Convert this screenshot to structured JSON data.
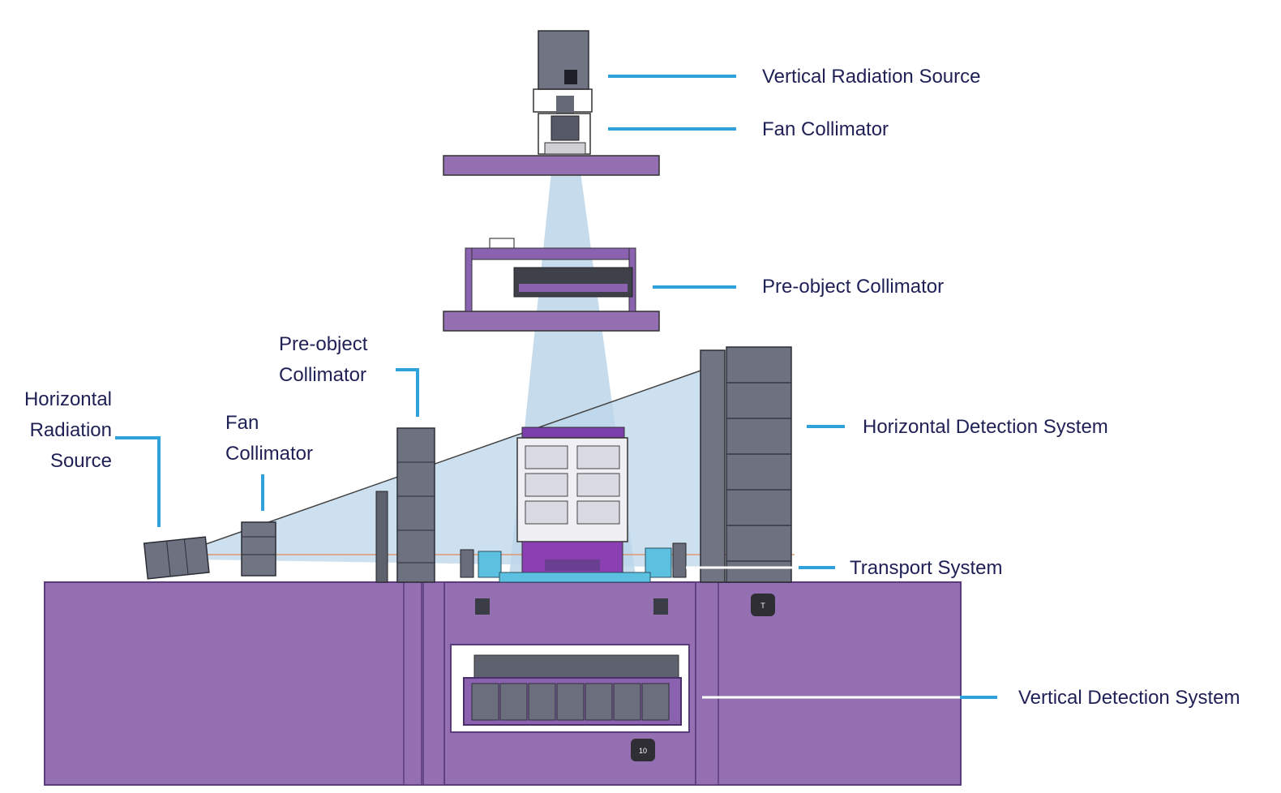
{
  "labels": {
    "vertical_radiation_source": "Vertical Radiation Source",
    "fan_collimator_top": "Fan Collimator",
    "pre_object_collimator_top": "Pre-object Collimator",
    "horizontal_detection_system": "Horizontal Detection System",
    "transport_system": "Transport System",
    "vertical_detection_system": "Vertical Detection System",
    "horizontal_radiation_source": [
      "Horizontal",
      "Radiation",
      "Source"
    ],
    "fan_collimator_side": [
      "Fan",
      "Collimator"
    ],
    "pre_object_collimator_side": [
      "Pre-object",
      "Collimator"
    ]
  },
  "badges": {
    "badge_small": "T",
    "badge_10": "10"
  },
  "colors": {
    "platform": "#9470b2",
    "platform_edge": "#5a3b7c",
    "beam": "#bcd6ea",
    "leader": "#2fa2dc",
    "label_text": "#1f2056",
    "machinery": "#6a6e7c",
    "machinery_dark": "#3a3c46",
    "conveyor": "#5cc0e0"
  }
}
